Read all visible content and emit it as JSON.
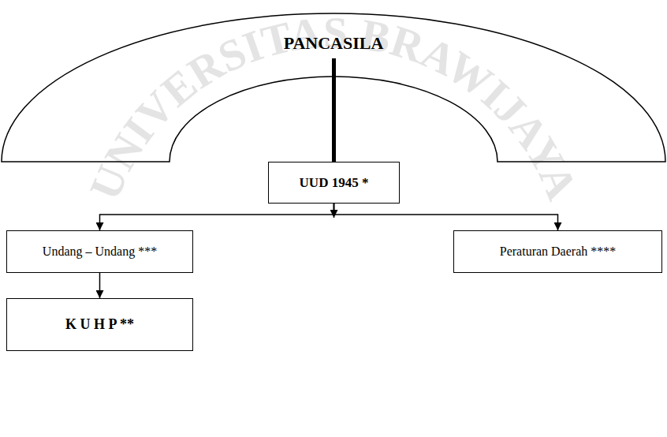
{
  "diagram": {
    "nodes": [
      {
        "text": [
          "PANCASILA"
        ]
      },
      {
        "text": [
          "UUD 1945 *"
        ]
      },
      {
        "text": [
          "Undang – Undang ***"
        ]
      },
      {
        "text": [
          "Peraturan Daerah ****"
        ]
      },
      {
        "text": [
          "K U H P **"
        ]
      }
    ],
    "edges": [
      {
        "from": 0,
        "to": 1,
        "arrow": "none"
      },
      {
        "from": 1,
        "to": 2,
        "arrow": "to"
      },
      {
        "from": 1,
        "to": 3,
        "arrow": "to"
      },
      {
        "from": 2,
        "to": 4,
        "arrow": "to"
      }
    ],
    "labels": [
      "UNIVERSITAS BRAWIJAYA"
    ]
  }
}
